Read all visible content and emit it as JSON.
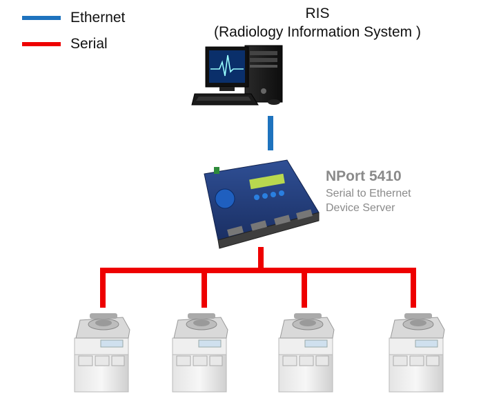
{
  "legend": {
    "ethernet": {
      "label": "Ethernet",
      "color": "#1e73be"
    },
    "serial": {
      "label": "Serial",
      "color": "#ee0000"
    }
  },
  "ris": {
    "title": "RIS",
    "subtitle": "(Radiology Information System )",
    "icon": "desktop-computer-icon"
  },
  "nport": {
    "model": "NPort 5410",
    "line1": "Serial to Ethernet",
    "line2": "Device Server",
    "icon": "device-server-icon"
  },
  "devices": {
    "count": 4,
    "icon": "medical-analyzer-icon"
  }
}
